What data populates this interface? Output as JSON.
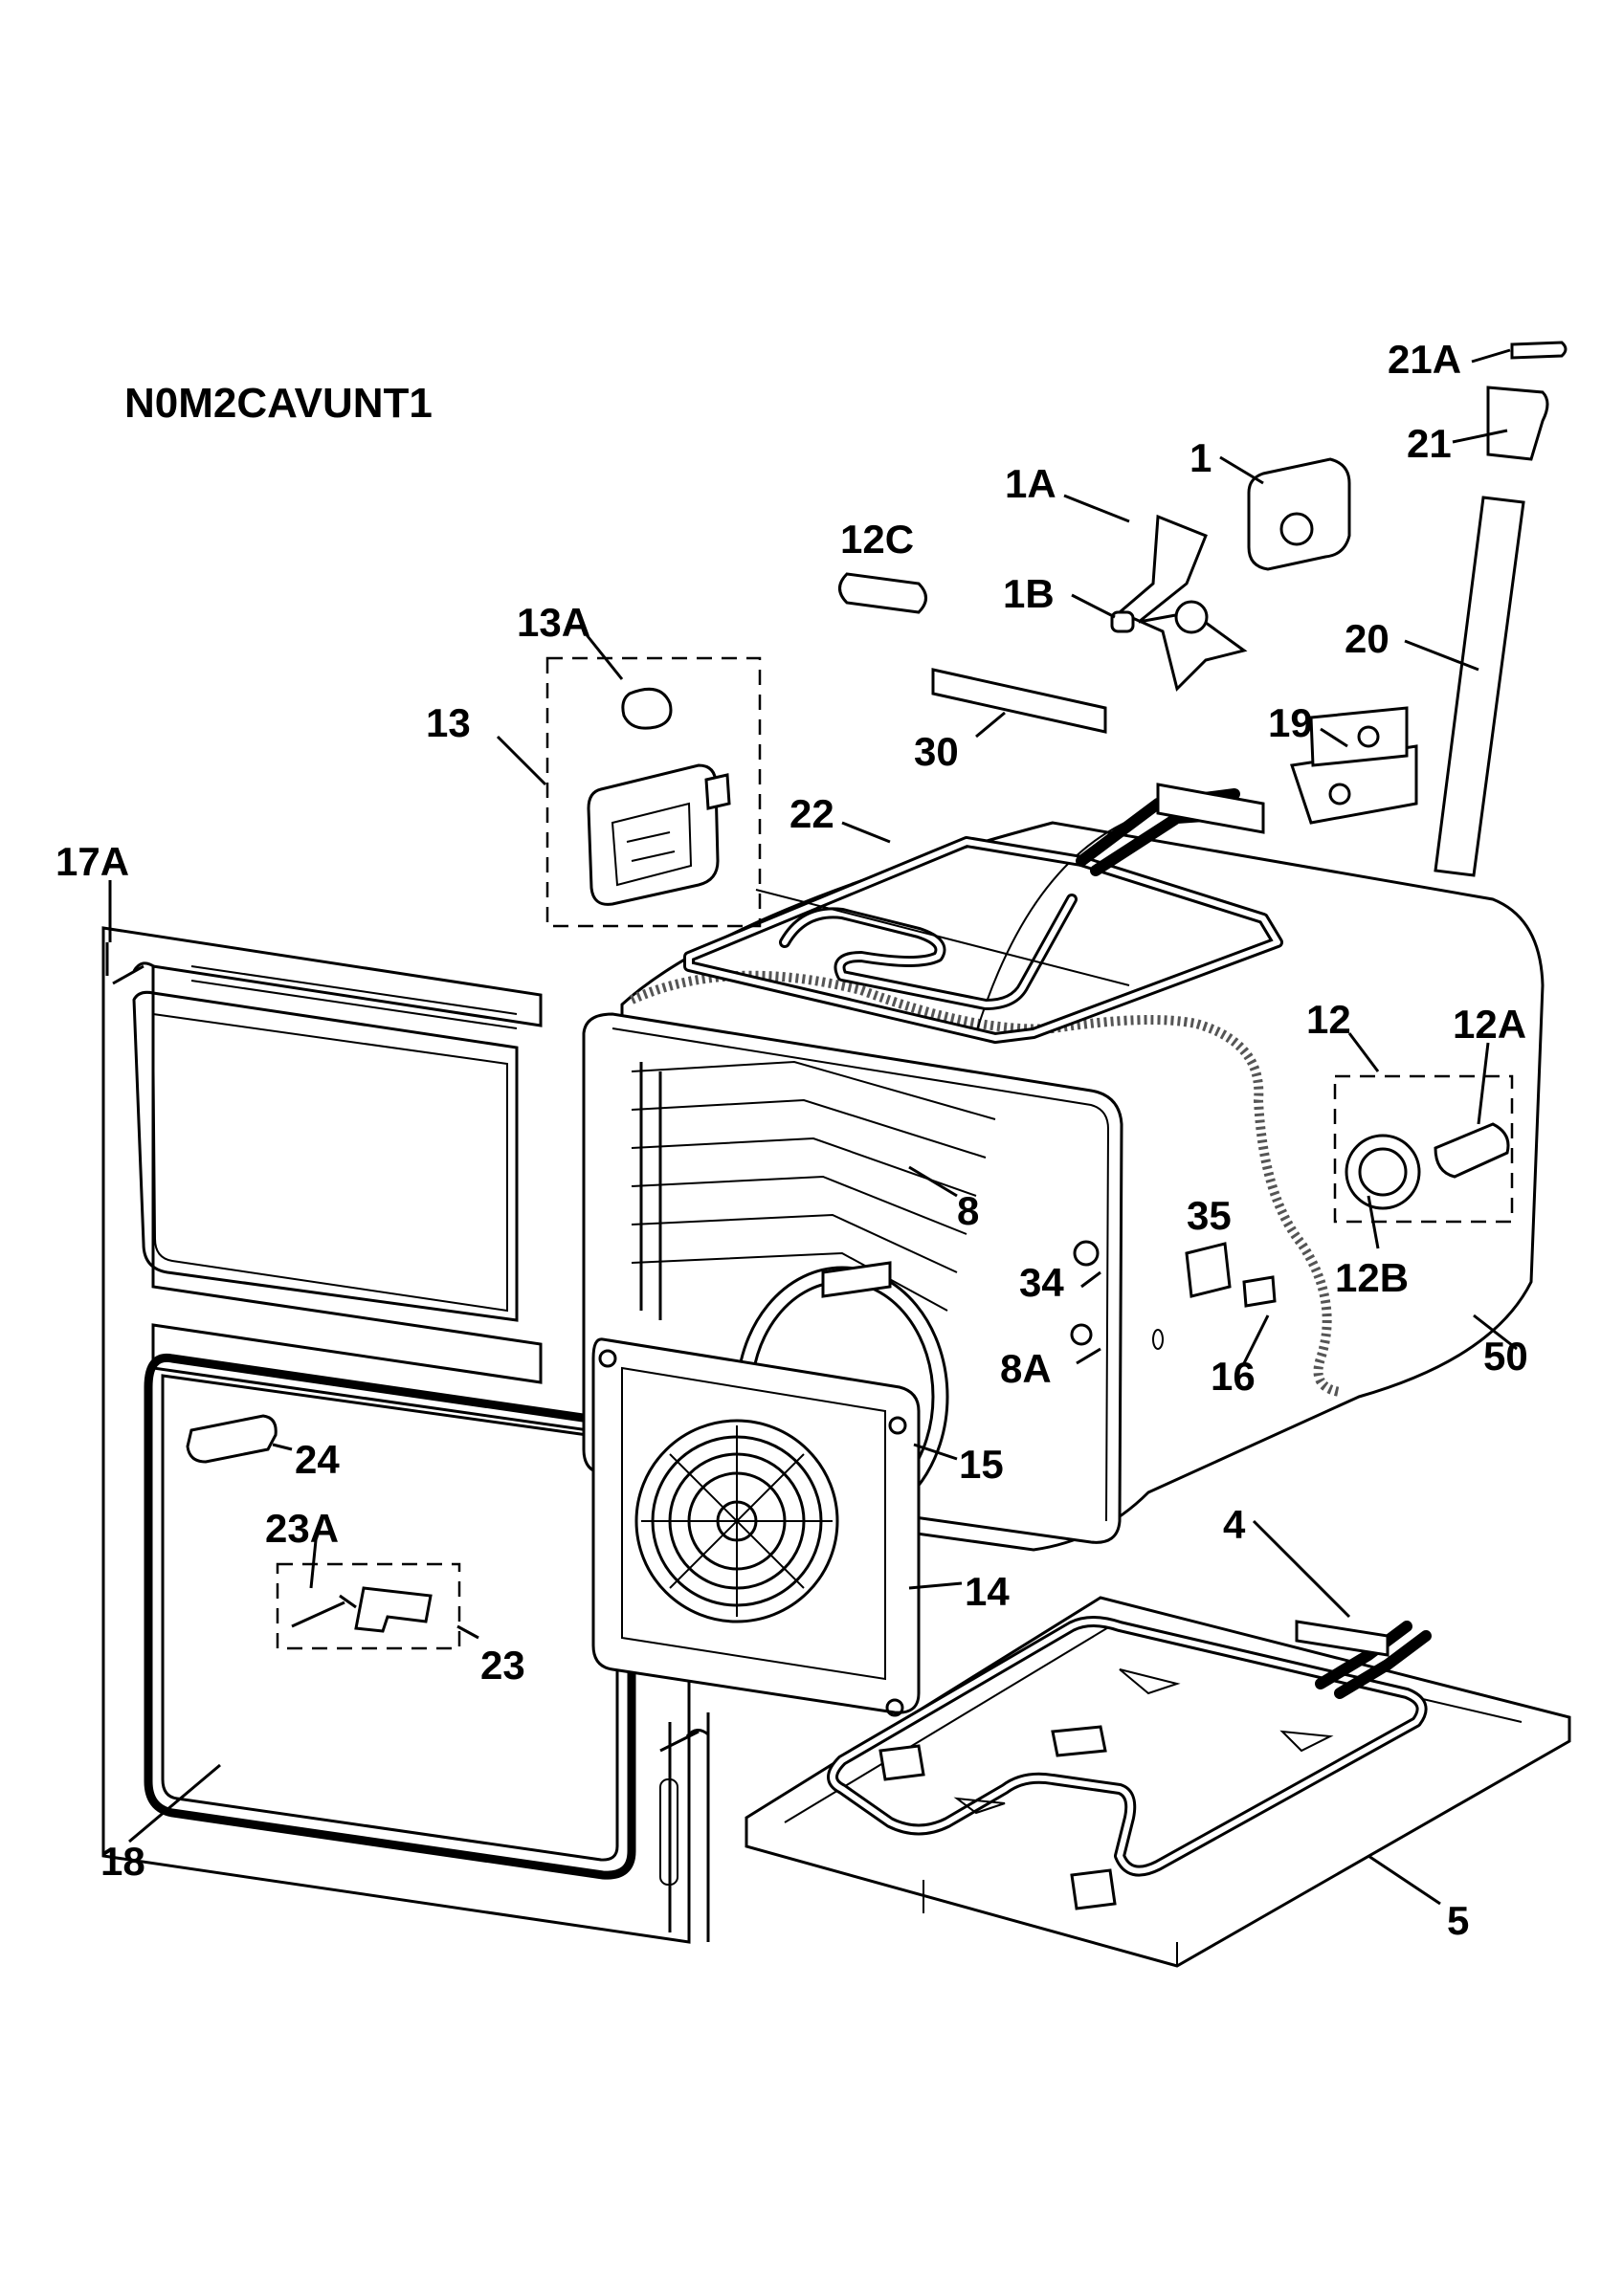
{
  "diagram": {
    "model_code": "N0M2CAVUNT1",
    "part_labels": {
      "p21A": "21A",
      "p21": "21",
      "p1": "1",
      "p1A": "1A",
      "p12C": "12C",
      "p1B": "1B",
      "p20": "20",
      "p13A": "13A",
      "p13": "13",
      "p19": "19",
      "p30": "30",
      "p22": "22",
      "p17A": "17A",
      "p12": "12",
      "p12A": "12A",
      "p8": "8",
      "p35": "35",
      "p34": "34",
      "p12B": "12B",
      "p50": "50",
      "p8A": "8A",
      "p16": "16",
      "p24": "24",
      "p15": "15",
      "p23A": "23A",
      "p4": "4",
      "p14": "14",
      "p23": "23",
      "p18": "18",
      "p5": "5"
    },
    "colors": {
      "ink": "#000000",
      "paper": "#ffffff",
      "shade": "#777777"
    }
  }
}
